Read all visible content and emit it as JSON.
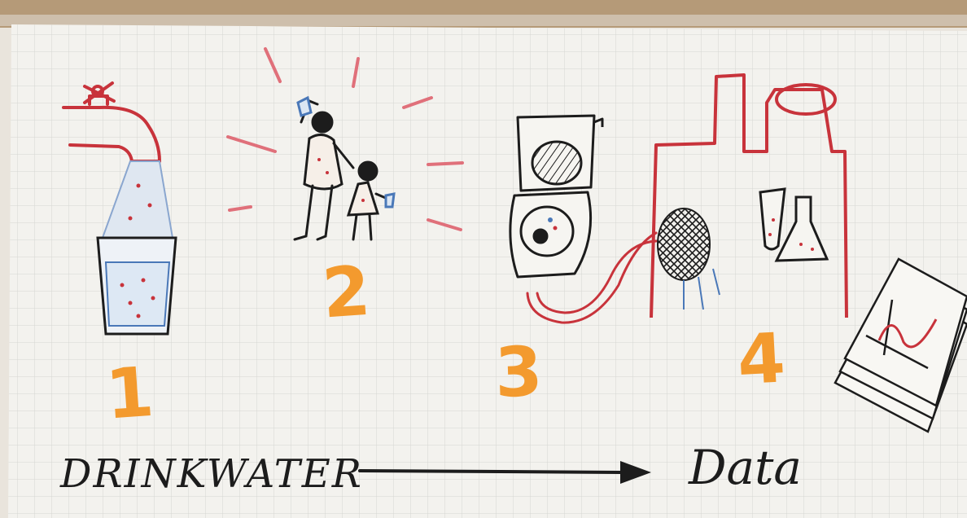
{
  "steps": [
    "1",
    "2",
    "3",
    "4"
  ],
  "label_left": "DRINKWATER",
  "label_right": "Data",
  "colors": {
    "paper": "#f3f2ee",
    "grid": "#d6d6d2",
    "red_marker": "#c8333b",
    "pink_marker": "#e0707a",
    "orange_marker": "#f39a2e",
    "black_marker": "#1c1c1c",
    "blue_marker": "#4a78b8"
  }
}
